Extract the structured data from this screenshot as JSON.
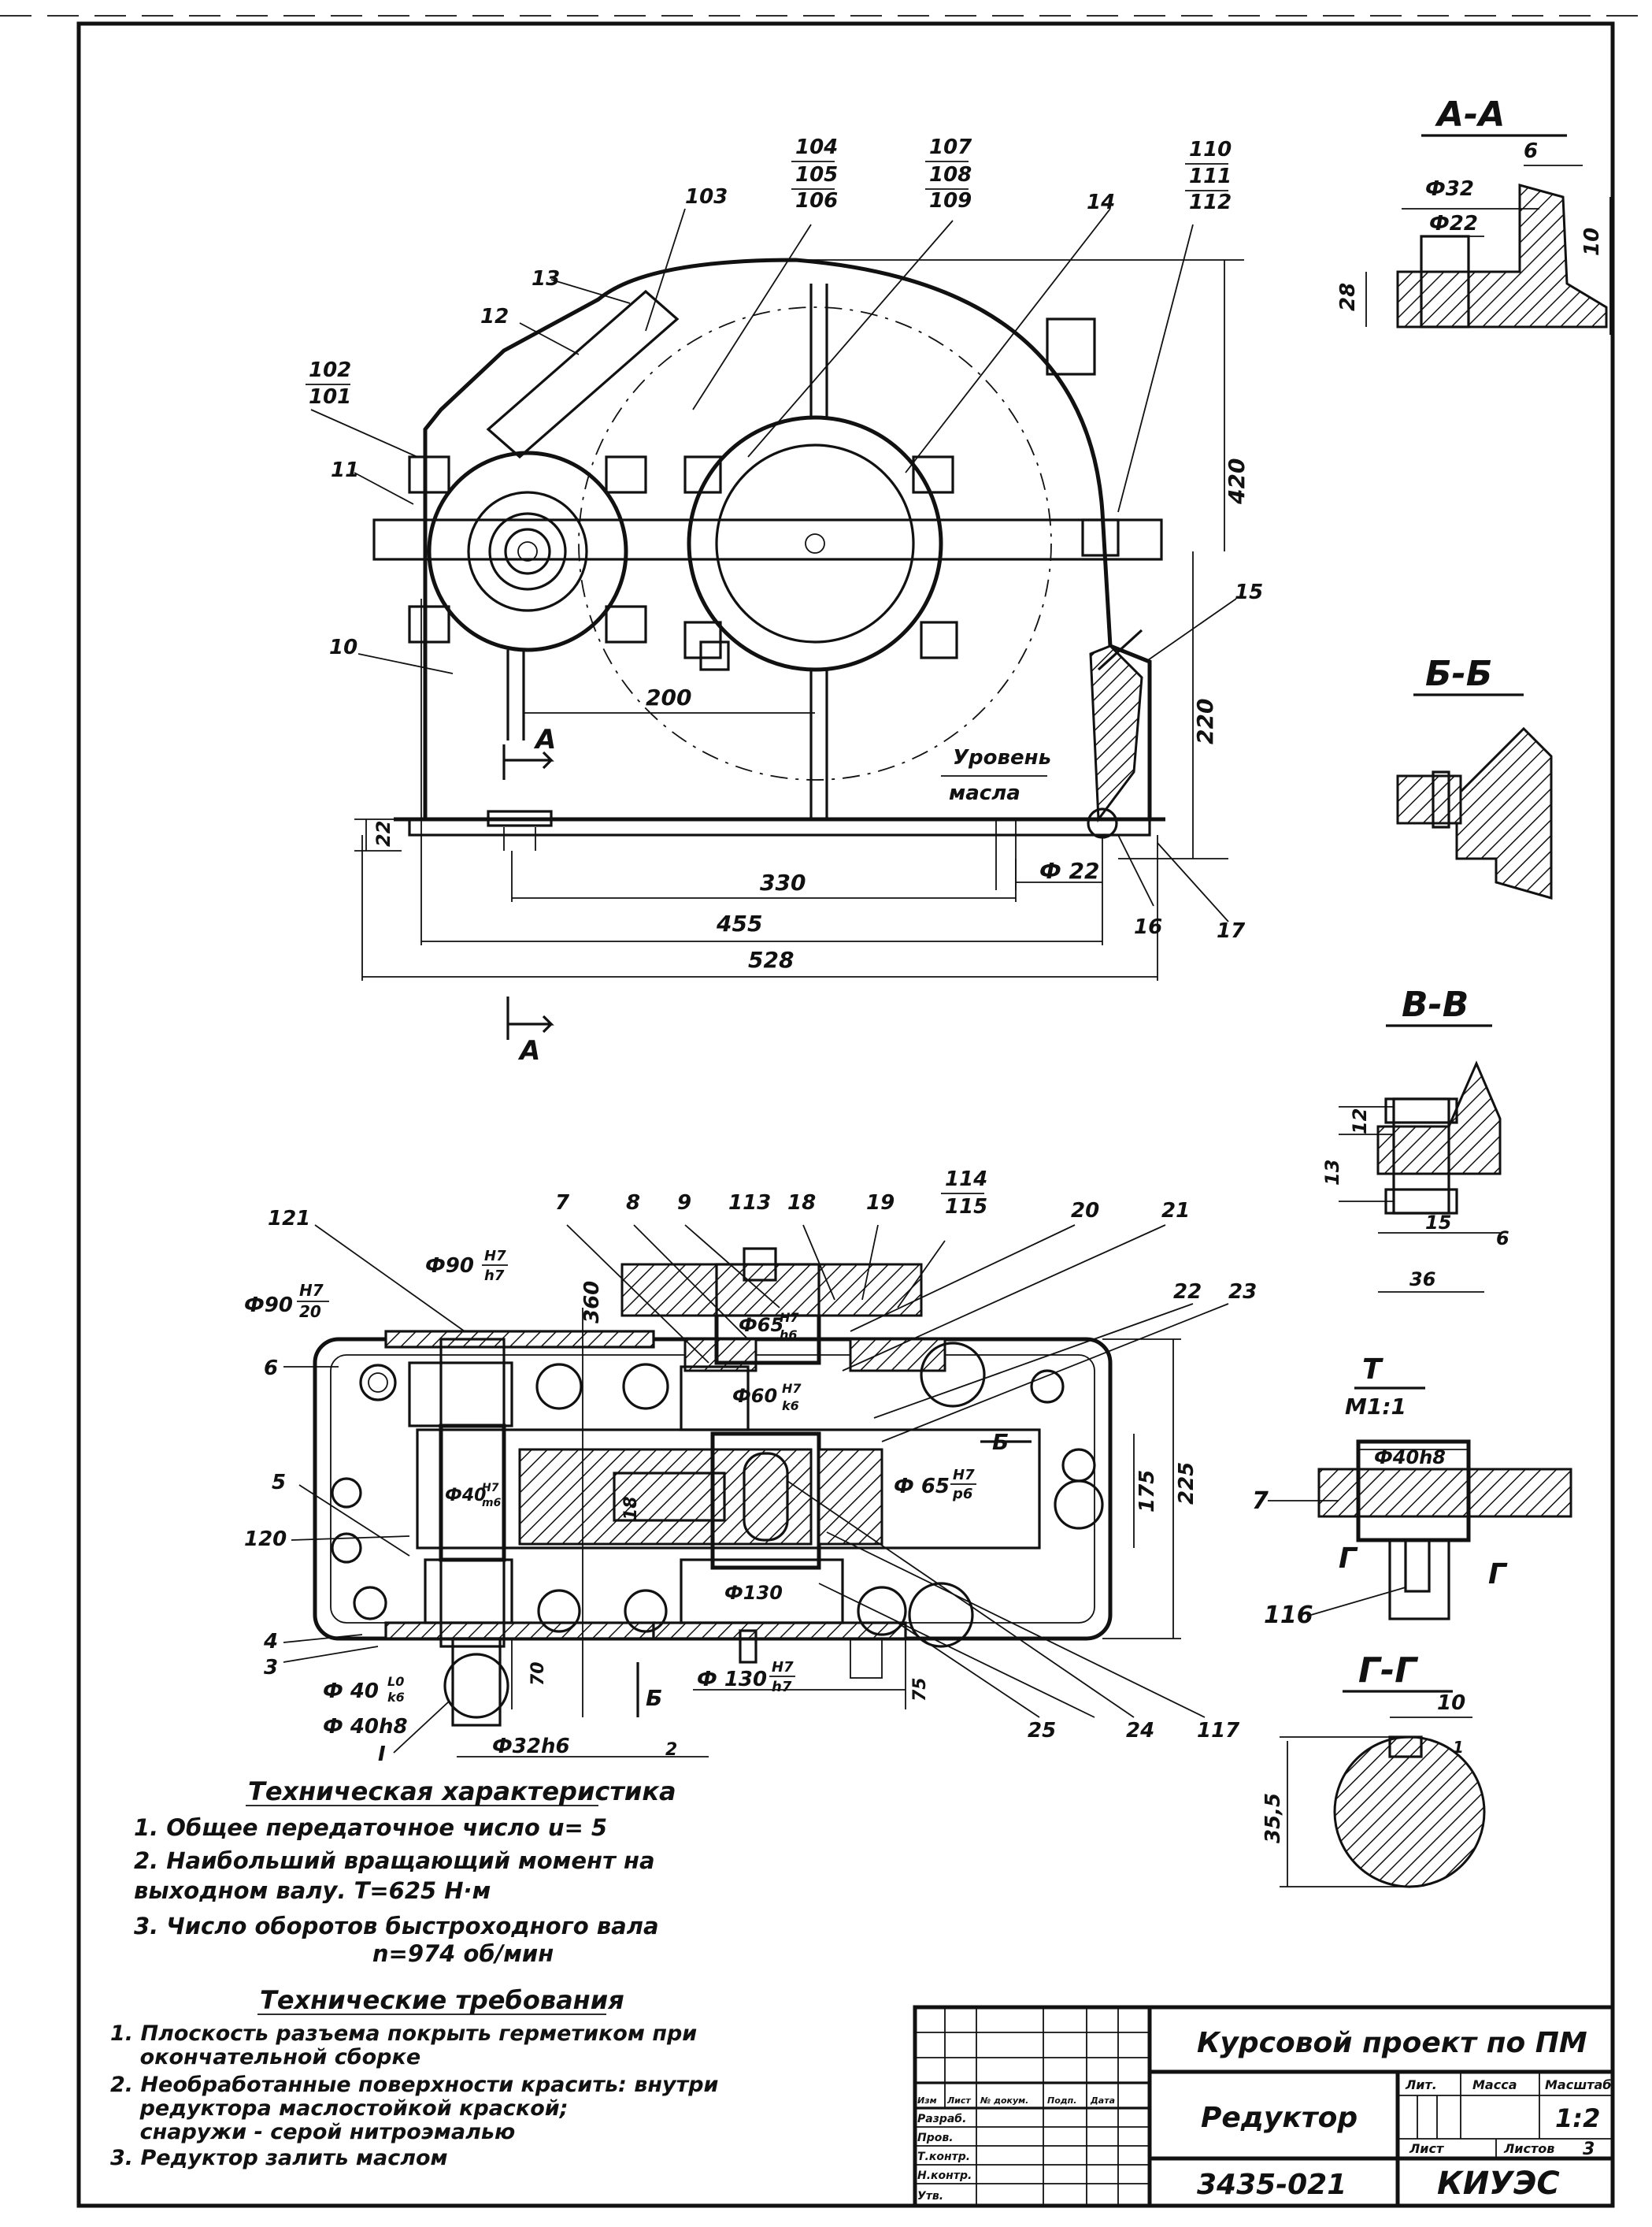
{
  "section_titles": {
    "aa": "А-А",
    "bb": "Б-Б",
    "vv": "В-В",
    "t": "Т",
    "t_scale": "М1:1",
    "gg": "Г-Г"
  },
  "top_view": {
    "callouts": [
      "103",
      "104",
      "105",
      "106",
      "107",
      "108",
      "109",
      "110",
      "111",
      "112",
      "13",
      "12",
      "102",
      "101",
      "14",
      "11",
      "10",
      "15",
      "16",
      "17"
    ],
    "oil_level": [
      "Уровень",
      "масла"
    ],
    "section_mark": "А",
    "dims": {
      "d200": "200",
      "d420": "420",
      "d220": "220",
      "d22v": "22",
      "d330": "330",
      "d455": "455",
      "d528": "528",
      "phi22": "Ф 22"
    }
  },
  "bottom_view": {
    "callouts": [
      "121",
      "7",
      "8",
      "9",
      "113",
      "18",
      "19",
      "114",
      "115",
      "20",
      "21",
      "22",
      "23",
      "6",
      "5",
      "120",
      "4",
      "3",
      "I",
      "25",
      "24",
      "117"
    ],
    "fits": {
      "f90_h7_h7": [
        "Ф90",
        "H7",
        "h7"
      ],
      "f90_h7_20": [
        "Ф90",
        "H7",
        "20"
      ],
      "f65_h7_h6": [
        "Ф65",
        "H7",
        "h6"
      ],
      "f60": [
        "Ф60",
        "H7",
        "k6"
      ],
      "f65_h7_p6": [
        "Ф 65",
        "H7",
        "p6"
      ],
      "f40_h7_m6": [
        "Ф40",
        "H7",
        "m6"
      ],
      "f130": "Ф130",
      "f130_h7_h7": [
        "Ф 130",
        "H7",
        "h7"
      ],
      "f40_l0_k6": [
        "Ф 40",
        "L0",
        "k6"
      ],
      "f40h8": "Ф 40h8",
      "f32h6": "Ф32h6"
    },
    "dims": {
      "d360": "360",
      "d175": "175",
      "d225": "225",
      "d70": "70",
      "d75": "75",
      "d18": "18",
      "b_mark": "Б",
      "b_mark2": "Б",
      "small_2": "2"
    }
  },
  "section_dims": {
    "aa": {
      "phi32": "Ф32",
      "phi22": "Ф22",
      "d6": "6",
      "d10": "10",
      "d28": "28"
    },
    "vv": {
      "d13": "13",
      "d12": "12",
      "d15": "15",
      "d36": "36",
      "d6": "6"
    },
    "t": {
      "phi40h8": "Ф40h8",
      "c7": "7",
      "c116": "116",
      "g_left": "Г",
      "g_right": "Г"
    },
    "gg": {
      "d10": "10",
      "d35_5": "35,5",
      "d1": "1"
    }
  },
  "tech_char": {
    "title": "Техническая характеристика",
    "items": [
      "1. Общее передаточное число  u= 5",
      "2. Наибольший вращающий момент на",
      "    выходном валу. T=625 Н·м",
      "3. Число оборотов быстроходного вала",
      "                              n=974 об/мин"
    ]
  },
  "tech_req": {
    "title": "Технические требования",
    "items": [
      "1. Плоскость разъема покрыть герметиком при",
      "    окончательной сборке",
      "2. Необработанные поверхности красить: внутри",
      "    редуктора маслостойкой краской;",
      "    снаружи - серой нитроэмалью",
      "3. Редуктор залить маслом"
    ]
  },
  "title_block": {
    "project": "Курсовой проект по ПМ",
    "name": "Редуктор",
    "code": "3435-021",
    "org": "КИУЭС",
    "scale": "1:2",
    "sheet_label": "Лист",
    "sheets_label": "Листов",
    "sheets_value": "3",
    "col_lit": "Лит.",
    "col_mass": "Масса",
    "col_scale": "Масштаб",
    "rows": [
      "Изм",
      "Лист",
      "№ докум.",
      "Подп.",
      "Дата"
    ],
    "roles": [
      "Разраб.",
      "Пров.",
      "Т.контр.",
      "Н.контр.",
      "Утв."
    ]
  }
}
